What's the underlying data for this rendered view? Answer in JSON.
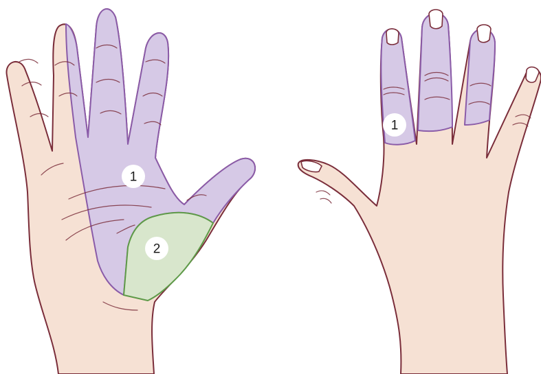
{
  "figure": {
    "palm_view": {
      "zones": [
        {
          "id": "palm-zone-1",
          "label": "1",
          "color": "#d6c9e6"
        },
        {
          "id": "palm-zone-2",
          "label": "2",
          "color": "#d8e6cc"
        }
      ]
    },
    "dorsal_view": {
      "zones": [
        {
          "id": "dorsal-zone-1",
          "label": "1",
          "color": "#d6c9e6"
        }
      ]
    },
    "colors": {
      "skin": "#f6e1d4",
      "outline": "#7a2d3a",
      "zone_purple_outline": "#8a5ba8",
      "zone_green_outline": "#5e9a48"
    }
  }
}
